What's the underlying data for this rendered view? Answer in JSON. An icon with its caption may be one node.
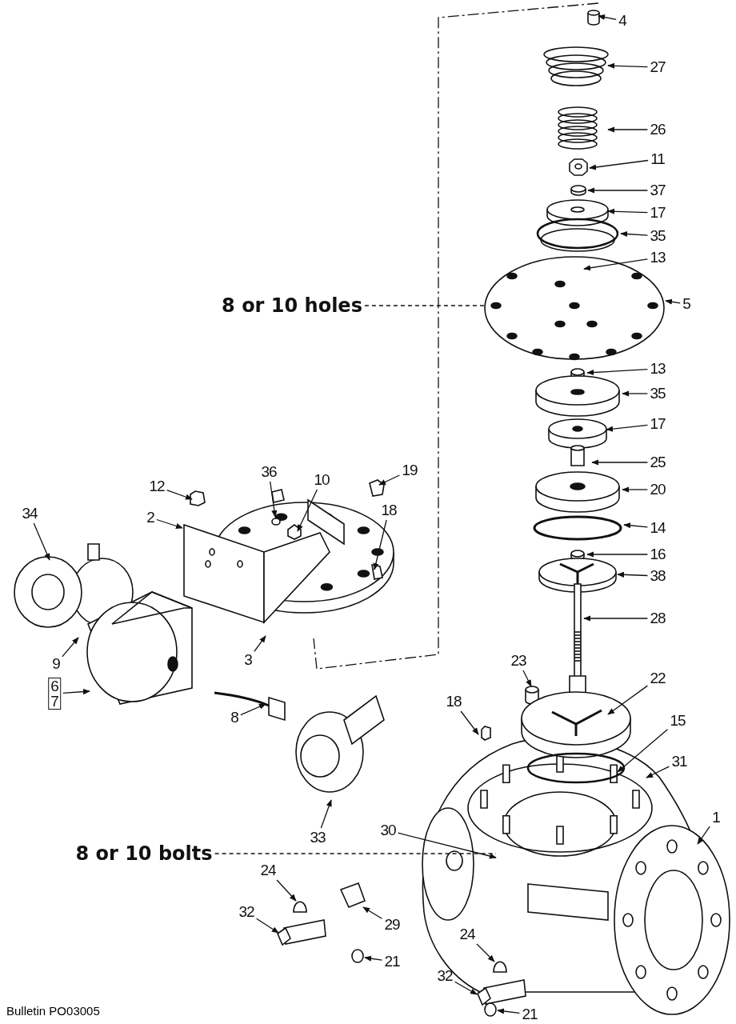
{
  "diagram": {
    "nodes": [
      {
        "text": [
          "4"
        ]
      },
      {
        "text": [
          "27"
        ]
      },
      {
        "text": [
          "26"
        ]
      },
      {
        "text": [
          "11"
        ]
      },
      {
        "text": [
          "37"
        ]
      },
      {
        "text": [
          "17"
        ]
      },
      {
        "text": [
          "35"
        ]
      },
      {
        "text": [
          "13"
        ]
      },
      {
        "text": [
          "8 or 10 holes"
        ]
      },
      {
        "text": [
          "5"
        ]
      },
      {
        "text": [
          "13"
        ]
      },
      {
        "text": [
          "35"
        ]
      },
      {
        "text": [
          "17"
        ]
      },
      {
        "text": [
          "36"
        ]
      },
      {
        "text": [
          "25"
        ]
      },
      {
        "text": [
          "10"
        ]
      },
      {
        "text": [
          "19"
        ]
      },
      {
        "text": [
          "12"
        ]
      },
      {
        "text": [
          "2"
        ]
      },
      {
        "text": [
          "20"
        ]
      },
      {
        "text": [
          "18"
        ]
      },
      {
        "text": [
          "34"
        ]
      },
      {
        "text": [
          "14"
        ]
      },
      {
        "text": [
          "16"
        ]
      },
      {
        "text": [
          "38"
        ]
      },
      {
        "text": [
          "28"
        ]
      },
      {
        "text": [
          "9"
        ]
      },
      {
        "text": [
          "3"
        ]
      },
      {
        "text": [
          "23"
        ]
      },
      {
        "text": [
          "22"
        ]
      },
      {
        "text": [
          "6",
          "7"
        ]
      },
      {
        "text": [
          "8"
        ]
      },
      {
        "text": [
          "18"
        ]
      },
      {
        "text": [
          "15"
        ]
      },
      {
        "text": [
          "31"
        ]
      },
      {
        "text": [
          "1"
        ]
      },
      {
        "text": [
          "33"
        ]
      },
      {
        "text": [
          "30"
        ]
      },
      {
        "text": [
          "8 or 10 bolts"
        ]
      },
      {
        "text": [
          "24"
        ]
      },
      {
        "text": [
          "32"
        ]
      },
      {
        "text": [
          "29"
        ]
      },
      {
        "text": [
          "21"
        ]
      },
      {
        "text": [
          "24"
        ]
      },
      {
        "text": [
          "32"
        ]
      },
      {
        "text": [
          "21"
        ]
      }
    ],
    "edges": [
      {
        "from": 0,
        "to": null,
        "arrow": "to"
      },
      {
        "from": 1,
        "to": null,
        "arrow": "to"
      },
      {
        "from": 2,
        "to": null,
        "arrow": "to"
      },
      {
        "from": 3,
        "to": null,
        "arrow": "to"
      },
      {
        "from": 4,
        "to": null,
        "arrow": "to"
      },
      {
        "from": 5,
        "to": null,
        "arrow": "to"
      },
      {
        "from": 6,
        "to": null,
        "arrow": "to"
      },
      {
        "from": 7,
        "to": null,
        "arrow": "to"
      },
      {
        "from": 8,
        "to": null,
        "arrow": "none",
        "style": "dashed"
      },
      {
        "from": 9,
        "to": null,
        "arrow": "to"
      },
      {
        "from": 10,
        "to": null,
        "arrow": "to"
      },
      {
        "from": 11,
        "to": null,
        "arrow": "to"
      },
      {
        "from": 12,
        "to": null,
        "arrow": "to"
      },
      {
        "from": 13,
        "to": null,
        "arrow": "to"
      },
      {
        "from": 14,
        "to": null,
        "arrow": "to"
      },
      {
        "from": 15,
        "to": null,
        "arrow": "to"
      },
      {
        "from": 16,
        "to": null,
        "arrow": "to"
      },
      {
        "from": 17,
        "to": null,
        "arrow": "to"
      },
      {
        "from": 18,
        "to": null,
        "arrow": "to"
      },
      {
        "from": 19,
        "to": null,
        "arrow": "to"
      },
      {
        "from": 20,
        "to": null,
        "arrow": "to"
      },
      {
        "from": 21,
        "to": null,
        "arrow": "to"
      },
      {
        "from": 22,
        "to": null,
        "arrow": "to"
      },
      {
        "from": 23,
        "to": null,
        "arrow": "to"
      },
      {
        "from": 24,
        "to": null,
        "arrow": "to"
      },
      {
        "from": 25,
        "to": null,
        "arrow": "to"
      },
      {
        "from": 26,
        "to": null,
        "arrow": "to"
      },
      {
        "from": 27,
        "to": null,
        "arrow": "to"
      },
      {
        "from": 28,
        "to": null,
        "arrow": "to"
      },
      {
        "from": 29,
        "to": null,
        "arrow": "to"
      },
      {
        "from": 30,
        "to": null,
        "arrow": "to"
      },
      {
        "from": 31,
        "to": null,
        "arrow": "to"
      },
      {
        "from": 32,
        "to": null,
        "arrow": "to"
      },
      {
        "from": 33,
        "to": null,
        "arrow": "to"
      },
      {
        "from": 34,
        "to": null,
        "arrow": "to"
      },
      {
        "from": 35,
        "to": null,
        "arrow": "to"
      },
      {
        "from": 36,
        "to": null,
        "arrow": "to"
      },
      {
        "from": 37,
        "to": null,
        "arrow": "to"
      },
      {
        "from": 38,
        "to": null,
        "arrow": "none",
        "style": "dashed"
      },
      {
        "from": 39,
        "to": null,
        "arrow": "to"
      },
      {
        "from": 40,
        "to": null,
        "arrow": "to"
      },
      {
        "from": 41,
        "to": null,
        "arrow": "to"
      },
      {
        "from": 42,
        "to": null,
        "arrow": "to"
      },
      {
        "from": 43,
        "to": null,
        "arrow": "to"
      },
      {
        "from": 44,
        "to": null,
        "arrow": "to"
      },
      {
        "from": 45,
        "to": null,
        "arrow": "to"
      }
    ],
    "labels": [
      "Bulletin PO03005"
    ]
  }
}
